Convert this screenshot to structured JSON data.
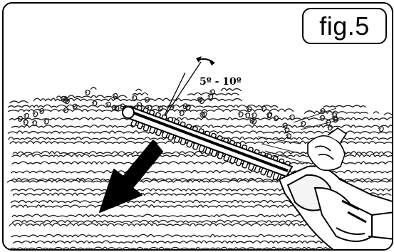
{
  "figure": {
    "label": "fig.5",
    "angle_annotation": "5º - 10º"
  },
  "icons": {
    "direction_arrow": "cutting-direction-arrow",
    "angle_marker": "angle-arc-icon"
  }
}
